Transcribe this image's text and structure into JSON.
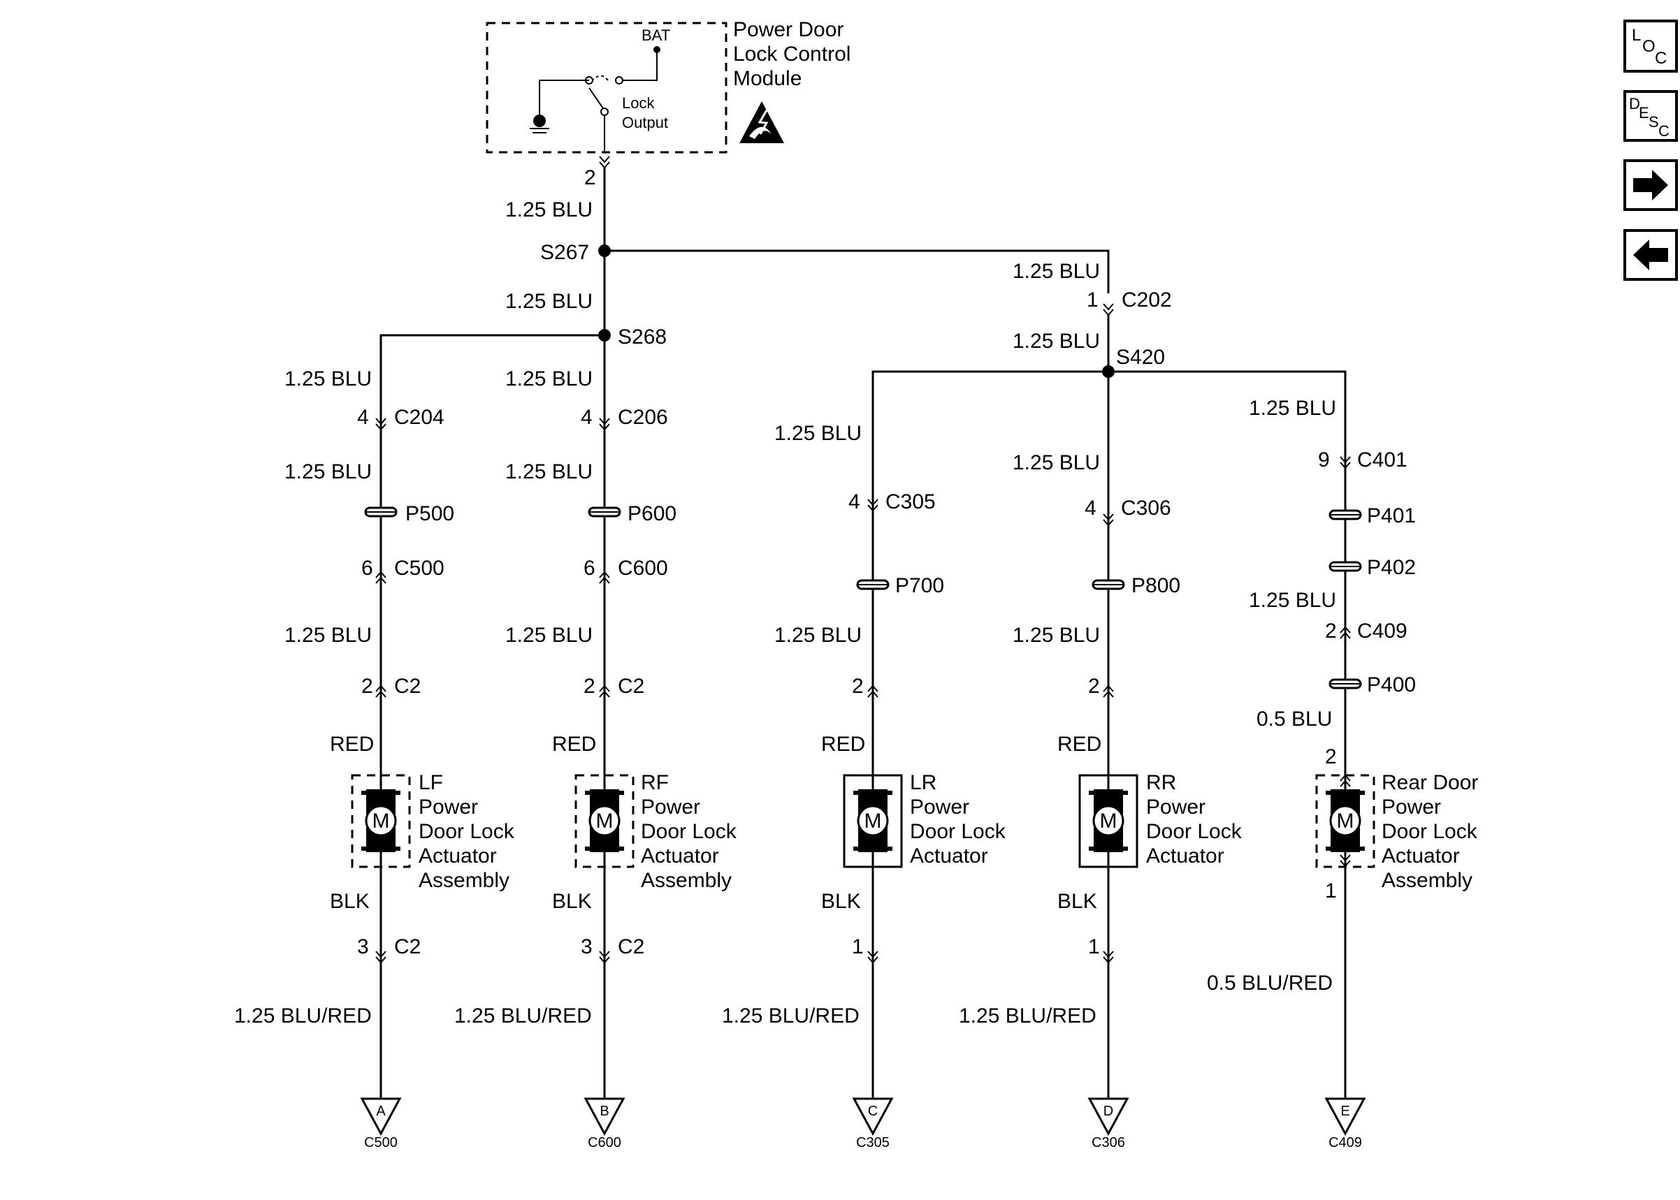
{
  "module": {
    "title_lines": [
      "Power Door",
      "Lock Control",
      "Module"
    ],
    "bat_label": "BAT",
    "output_lines": [
      "Lock",
      "Output"
    ],
    "pin": "2",
    "wire": "1.25 BLU"
  },
  "splices": {
    "s267": "S267",
    "s268": "S268",
    "s420": "S420"
  },
  "trunk": {
    "s267_s268_wire": "1.25 BLU",
    "c202_wire_top": "1.25 BLU",
    "c202_pin": "1",
    "c202": "C202",
    "c202_wire_bottom": "1.25 BLU"
  },
  "branches": {
    "lf": {
      "wire1": "1.25 BLU",
      "conn1_pin": "4",
      "conn1": "C204",
      "wire2": "1.25 BLU",
      "passthru": "P500",
      "conn2_pin": "6",
      "conn2": "C500",
      "wire3": "1.25 BLU",
      "conn3_pin": "2",
      "conn3": "C2",
      "wire_red": "RED",
      "actuator_lines": [
        "LF",
        "Power",
        "Door Lock",
        "Actuator",
        "Assembly"
      ],
      "wire_blk": "BLK",
      "conn4_pin": "3",
      "conn4": "C2",
      "wire_ground": "1.25 BLU/RED",
      "ground_letter": "A",
      "ground_conn": "C500"
    },
    "rf": {
      "wire1": "1.25 BLU",
      "conn1_pin": "4",
      "conn1": "C206",
      "wire2": "1.25 BLU",
      "passthru": "P600",
      "conn2_pin": "6",
      "conn2": "C600",
      "wire3": "1.25 BLU",
      "conn3_pin": "2",
      "conn3": "C2",
      "wire_red": "RED",
      "actuator_lines": [
        "RF",
        "Power",
        "Door Lock",
        "Actuator",
        "Assembly"
      ],
      "wire_blk": "BLK",
      "conn4_pin": "3",
      "conn4": "C2",
      "wire_ground": "1.25 BLU/RED",
      "ground_letter": "B",
      "ground_conn": "C600"
    },
    "lr": {
      "wire1": "1.25 BLU",
      "conn1_pin": "4",
      "conn1": "C305",
      "passthru": "P700",
      "wire3": "1.25 BLU",
      "conn3_pin": "2",
      "wire_red": "RED",
      "actuator_lines": [
        "LR",
        "Power",
        "Door Lock",
        "Actuator"
      ],
      "wire_blk": "BLK",
      "conn4_pin": "1",
      "wire_ground": "1.25 BLU/RED",
      "ground_letter": "C",
      "ground_conn": "C305"
    },
    "rr": {
      "wire1": "1.25 BLU",
      "conn1_pin": "4",
      "conn1": "C306",
      "passthru": "P800",
      "wire3": "1.25 BLU",
      "conn3_pin": "2",
      "wire_red": "RED",
      "actuator_lines": [
        "RR",
        "Power",
        "Door Lock",
        "Actuator"
      ],
      "wire_blk": "BLK",
      "conn4_pin": "1",
      "wire_ground": "1.25 BLU/RED",
      "ground_letter": "D",
      "ground_conn": "C306"
    },
    "rear": {
      "wire1": "1.25 BLU",
      "conn1_pin": "9",
      "conn1": "C401",
      "passthru1": "P401",
      "passthru2": "P402",
      "wire2": "1.25 BLU",
      "conn2_pin": "2",
      "conn2": "C409",
      "passthru3": "P400",
      "wire3": "0.5 BLU",
      "pin_top": "2",
      "actuator_lines": [
        "Rear Door",
        "Power",
        "Door Lock",
        "Actuator",
        "Assembly"
      ],
      "pin_bottom": "1",
      "wire_ground": "0.5 BLU/RED",
      "ground_letter": "E",
      "ground_conn": "C409"
    }
  },
  "motor_symbol": "M",
  "nav": {
    "loc": [
      "L",
      "O",
      "C"
    ],
    "desc": [
      "D",
      "E",
      "S",
      "C"
    ],
    "next_icon": "arrow-right-icon",
    "back_icon": "arrow-left-icon"
  }
}
